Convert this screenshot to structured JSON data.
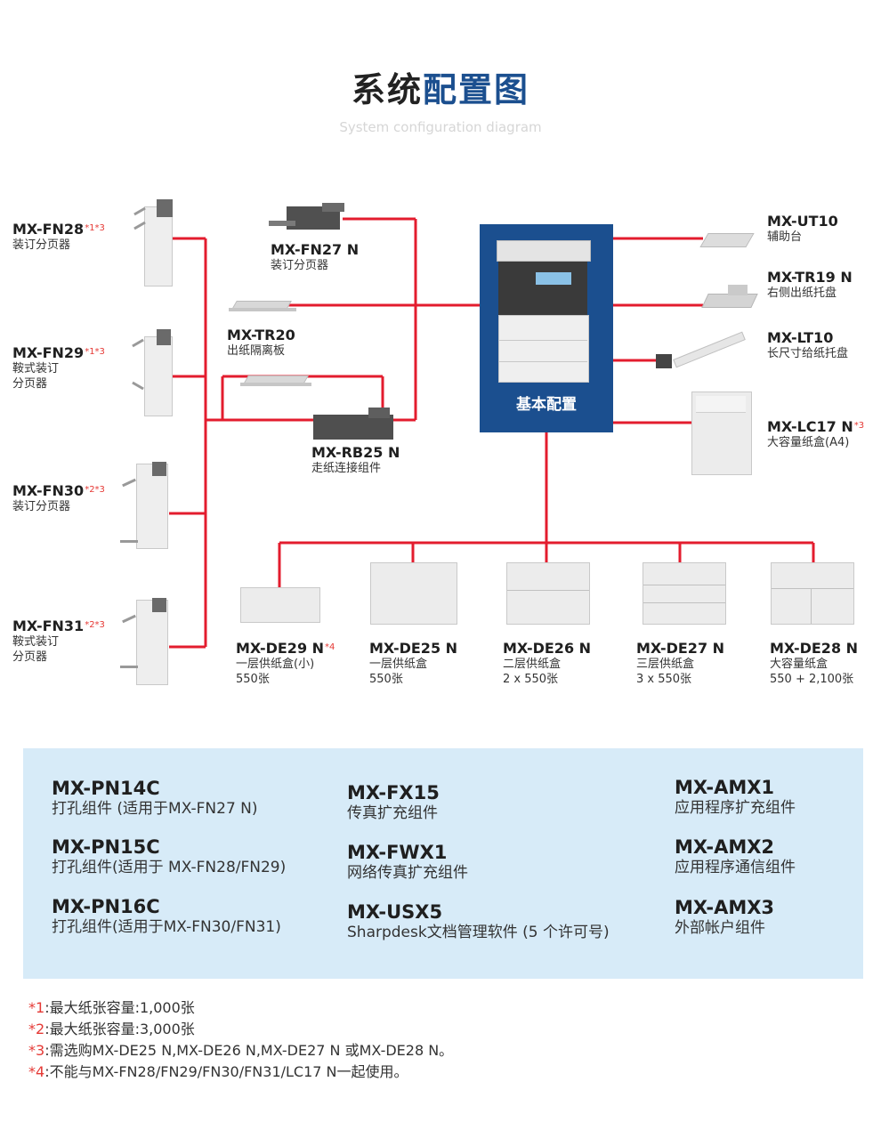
{
  "header": {
    "title_part1": "系统",
    "title_part2": "配置图",
    "subtitle": "System configuration diagram"
  },
  "colors": {
    "line": "#e31c2e",
    "accent": "#1b4f8f",
    "panel": "#d7ebf8",
    "note_star": "#e53935"
  },
  "center": {
    "label": "基本配置"
  },
  "left_finishers": [
    {
      "model": "MX-FN28",
      "sup": "*1*3",
      "desc": [
        "装订分页器"
      ]
    },
    {
      "model": "MX-FN29",
      "sup": "*1*3",
      "desc": [
        "鞍式装订",
        "分页器"
      ]
    },
    {
      "model": "MX-FN30",
      "sup": "*2*3",
      "desc": [
        "装订分页器"
      ]
    },
    {
      "model": "MX-FN31",
      "sup": "*2*3",
      "desc": [
        "鞍式装订",
        "分页器"
      ]
    }
  ],
  "mid_units": {
    "fn27": {
      "model": "MX-FN27 N",
      "desc": "装订分页器"
    },
    "tr20": {
      "model": "MX-TR20",
      "desc": "出纸隔离板"
    },
    "rb25": {
      "model": "MX-RB25 N",
      "desc": "走纸连接组件"
    }
  },
  "right_units": [
    {
      "model": "MX-UT10",
      "sup": "",
      "desc": "辅助台"
    },
    {
      "model": "MX-TR19 N",
      "sup": "",
      "desc": "右侧出纸托盘"
    },
    {
      "model": "MX-LT10",
      "sup": "",
      "desc": "长尺寸给纸托盘"
    },
    {
      "model": "MX-LC17 N",
      "sup": "*3",
      "desc": "大容量纸盒(A4)"
    }
  ],
  "bottom_units": [
    {
      "model": "MX-DE29 N",
      "sup": "*4",
      "desc1": "一层供纸盒(小)",
      "desc2": "550张"
    },
    {
      "model": "MX-DE25 N",
      "sup": "",
      "desc1": "一层供纸盒",
      "desc2": "550张"
    },
    {
      "model": "MX-DE26 N",
      "sup": "",
      "desc1": "二层供纸盒",
      "desc2": "2 x 550张"
    },
    {
      "model": "MX-DE27 N",
      "sup": "",
      "desc1": "三层供纸盒",
      "desc2": "3 x 550张"
    },
    {
      "model": "MX-DE28 N",
      "sup": "",
      "desc1": "大容量纸盒",
      "desc2": "550 + 2,100张"
    }
  ],
  "options": {
    "col1": [
      {
        "model": "MX-PN14C",
        "desc": "打孔组件 (适用于MX-FN27 N)"
      },
      {
        "model": "MX-PN15C",
        "desc": "打孔组件(适用于 MX-FN28/FN29)"
      },
      {
        "model": "MX-PN16C",
        "desc": "打孔组件(适用于MX-FN30/FN31)"
      }
    ],
    "col2": [
      {
        "model": "MX-FX15",
        "desc": "传真扩充组件"
      },
      {
        "model": "MX-FWX1",
        "desc": "网络传真扩充组件"
      },
      {
        "model": "MX-USX5",
        "desc": "Sharpdesk文档管理软件 (5 个许可号)"
      }
    ],
    "col3": [
      {
        "model": "MX-AMX1",
        "desc": "应用程序扩充组件"
      },
      {
        "model": "MX-AMX2",
        "desc": "应用程序通信组件"
      },
      {
        "model": "MX-AMX3",
        "desc": "外部帐户组件"
      }
    ]
  },
  "notes": [
    {
      "star": "*1",
      "text": ":最大纸张容量:1,000张"
    },
    {
      "star": "*2",
      "text": ":最大纸张容量:3,000张"
    },
    {
      "star": "*3",
      "text": ":需选购MX-DE25 N,MX-DE26 N,MX-DE27 N 或MX-DE28 N。"
    },
    {
      "star": "*4",
      "text": ":不能与MX-FN28/FN29/FN30/FN31/LC17 N一起使用。"
    }
  ]
}
